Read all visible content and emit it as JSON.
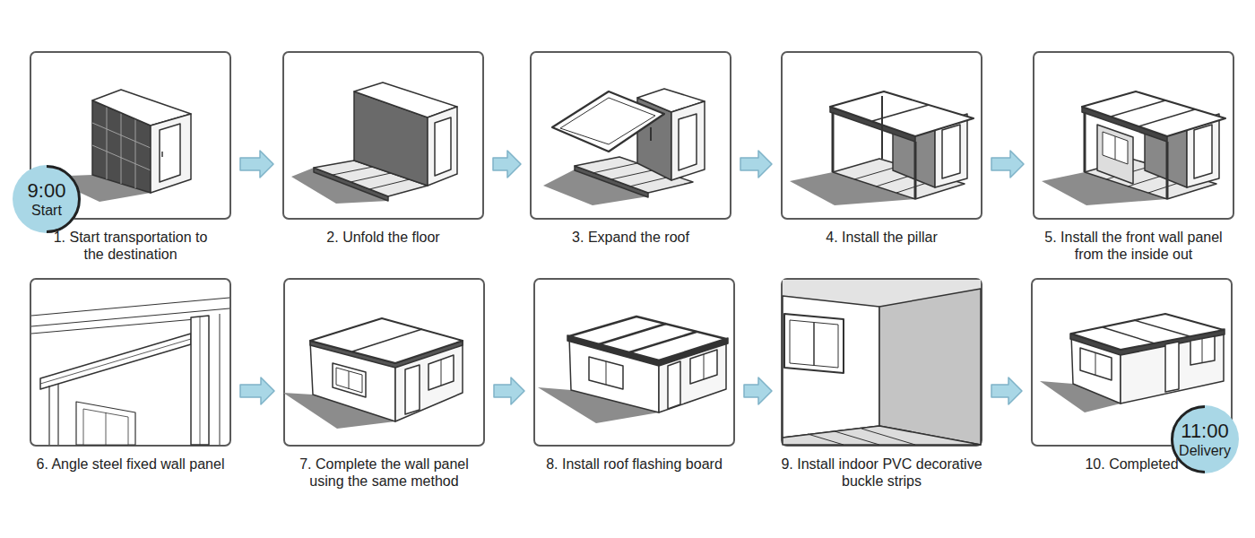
{
  "diagram": {
    "nodes": [
      {
        "text": [
          "1. Start transportation to the destination"
        ]
      },
      {
        "text": [
          "9:00",
          "Start"
        ]
      },
      {
        "text": [
          "2. Unfold the floor"
        ]
      },
      {
        "text": [
          "3. Expand the roof"
        ]
      },
      {
        "text": [
          "4. Install the pillar"
        ]
      },
      {
        "text": [
          "5. Install the front wall panel from the inside out"
        ]
      },
      {
        "text": [
          "6. Angle steel fixed wall panel"
        ]
      },
      {
        "text": [
          "7. Complete the wall panel using the same method"
        ]
      },
      {
        "text": [
          "8. Install roof flashing board"
        ]
      },
      {
        "text": [
          "9. Install indoor PVC decorative buckle strips"
        ]
      },
      {
        "text": [
          "10. Completed"
        ]
      },
      {
        "text": [
          "11:00",
          "Delivery"
        ]
      }
    ],
    "edges": [
      {
        "from": 0,
        "to": 2,
        "arrow": "to"
      },
      {
        "from": 2,
        "to": 3,
        "arrow": "to"
      },
      {
        "from": 3,
        "to": 4,
        "arrow": "to"
      },
      {
        "from": 4,
        "to": 5,
        "arrow": "to"
      },
      {
        "from": 6,
        "to": 7,
        "arrow": "to"
      },
      {
        "from": 7,
        "to": 8,
        "arrow": "to"
      },
      {
        "from": 8,
        "to": 9,
        "arrow": "to"
      },
      {
        "from": 9,
        "to": 10,
        "arrow": "to"
      }
    ]
  }
}
